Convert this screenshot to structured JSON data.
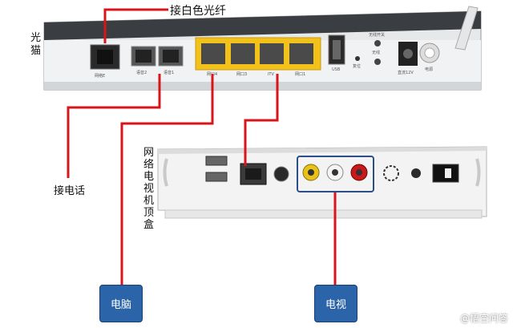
{
  "modem": {
    "title": "光猫",
    "port_labels": {
      "net": "网络E",
      "phone2": "语音2",
      "phone1": "语音1",
      "lan4": "网口4",
      "lan3": "网口3",
      "itv": "iTV",
      "lan1": "网口1",
      "usb": "USB",
      "reset": "复位",
      "wifi_sw": "无线开关",
      "wifi": "无线",
      "power_in": "直流12V",
      "power": "电源"
    }
  },
  "stb": {
    "title": "网络电视机顶盒"
  },
  "annotations": {
    "fiber": "接白色光纤",
    "phone": "接电话"
  },
  "targets": {
    "pc": "电脑",
    "tv": "电视"
  },
  "watermark": "@悟空问答",
  "colors": {
    "wire": "#d8151b",
    "target_box": "#2b64a8",
    "port_yellow": "#f2c21b"
  }
}
